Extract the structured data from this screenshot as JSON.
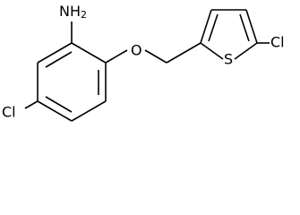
{
  "structure": {
    "atoms": {
      "amine_h": "H",
      "amine_n": "N",
      "amine_sub": "2",
      "ether_o": "O",
      "thiophene_s": "S",
      "thiophene_cl": "Cl",
      "benzene_cl": "Cl"
    },
    "colors": {
      "bond": "#000000",
      "label": "#000000",
      "background": "#ffffff"
    }
  }
}
